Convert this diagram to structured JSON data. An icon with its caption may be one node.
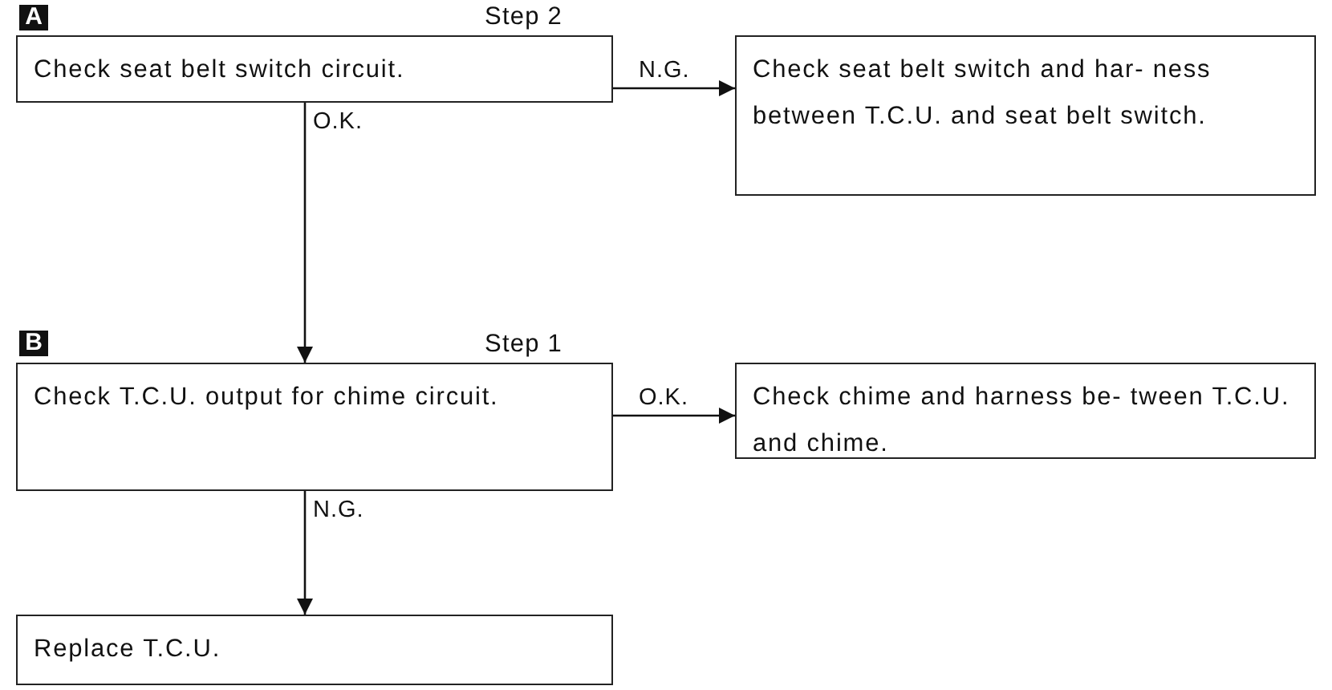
{
  "diagram": {
    "nodes": [
      {
        "text": [
          "Check seat belt switch circuit."
        ],
        "beside": [
          "Step 2"
        ]
      },
      {
        "text": [
          "Check seat belt switch and har- ness between T.C.U. and seat belt switch."
        ]
      },
      {
        "text": [
          "Check T.C.U. output for chime circuit."
        ],
        "beside": [
          "Step 1"
        ]
      },
      {
        "text": [
          "Check chime and harness be- tween T.C.U. and chime."
        ]
      },
      {
        "text": [
          "Replace T.C.U."
        ]
      }
    ],
    "edges": [
      {
        "from": 0,
        "to": 1,
        "arrow": "to",
        "label": "N.G."
      },
      {
        "from": 0,
        "to": 2,
        "arrow": "to",
        "label": "O.K."
      },
      {
        "from": 2,
        "to": 3,
        "arrow": "to",
        "label": "O.K."
      },
      {
        "from": 2,
        "to": 4,
        "arrow": "to",
        "label": "N.G."
      }
    ],
    "labels": [
      "A",
      "B"
    ]
  }
}
